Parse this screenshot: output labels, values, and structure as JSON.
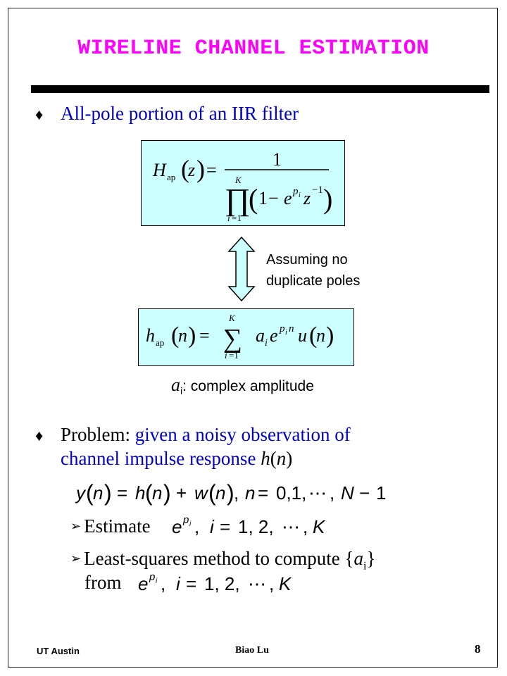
{
  "slide": {
    "title": "WIRELINE CHANNEL ESTIMATION",
    "bullet1": "All-pole portion of an IIR filter",
    "note_line1": "Assuming no",
    "note_line2": "duplicate poles",
    "amp_symbol": "a",
    "amp_sub": "i",
    "amp_text": ": complex amplitude",
    "problem_label": "Problem: ",
    "problem_text1": "given a noisy observation of",
    "problem_text2": "channel impulse response ",
    "problem_func": "h",
    "problem_arg": "n",
    "sub1_label": "Estimate",
    "sub2_label": "Least-squares method to compute {",
    "sub2_var": "a",
    "sub2_sub": "i",
    "sub2_close": "}",
    "sub2_from": "from"
  },
  "footer": {
    "left": "UT Austin",
    "middle": "Biao Lu",
    "page": "8"
  },
  "colors": {
    "title": "#ff00ff",
    "bullet_text": "#0000cc",
    "formula_box": "#ccffff",
    "arrow_fill": "#ccffff"
  }
}
